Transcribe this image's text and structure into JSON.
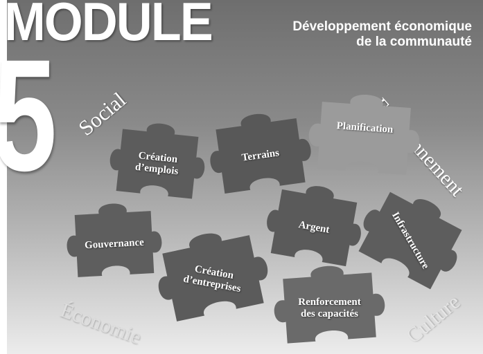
{
  "header": {
    "module_word": "MODULE",
    "module_number": "5",
    "subtitle_line1": "Développement économique",
    "subtitle_line2": "de la communauté"
  },
  "themes": {
    "social": "Social",
    "environment": "Environnement",
    "economy": "Économie",
    "culture": "Culture"
  },
  "pieces": {
    "creation_emplois": "Création\nd’emplois",
    "terrains": "Terrains",
    "planification": "Planification",
    "gouvernance": "Gouvernance",
    "argent": "Argent",
    "infrastructure": "Infrastructure",
    "creation_entreprises": "Création\nd’entreprises",
    "renforcement": "Renforcement\ndes capacités"
  },
  "colors": {
    "piece_dark": "#5a5a5a",
    "piece_light": "#9a9a9a",
    "text": "#ffffff"
  }
}
